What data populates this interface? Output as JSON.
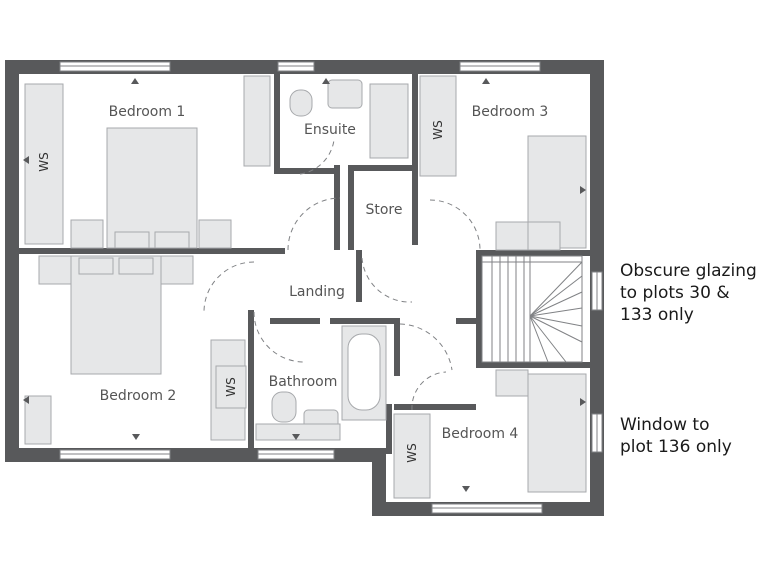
{
  "rooms": {
    "bedroom1": "Bedroom 1",
    "bedroom2": "Bedroom 2",
    "bedroom3": "Bedroom 3",
    "bedroom4": "Bedroom 4",
    "ensuite": "Ensuite",
    "store": "Store",
    "landing": "Landing",
    "bathroom": "Bathroom"
  },
  "wardrobe_label": "WS",
  "notes": {
    "obscure_glazing": [
      "Obscure glazing",
      "to plots 30 &",
      "133 only"
    ],
    "window": [
      "Window to",
      "plot 136 only"
    ]
  },
  "colors": {
    "wall": "#58595b",
    "furniture": "#e6e7e8",
    "fixture_stroke": "#808285"
  }
}
